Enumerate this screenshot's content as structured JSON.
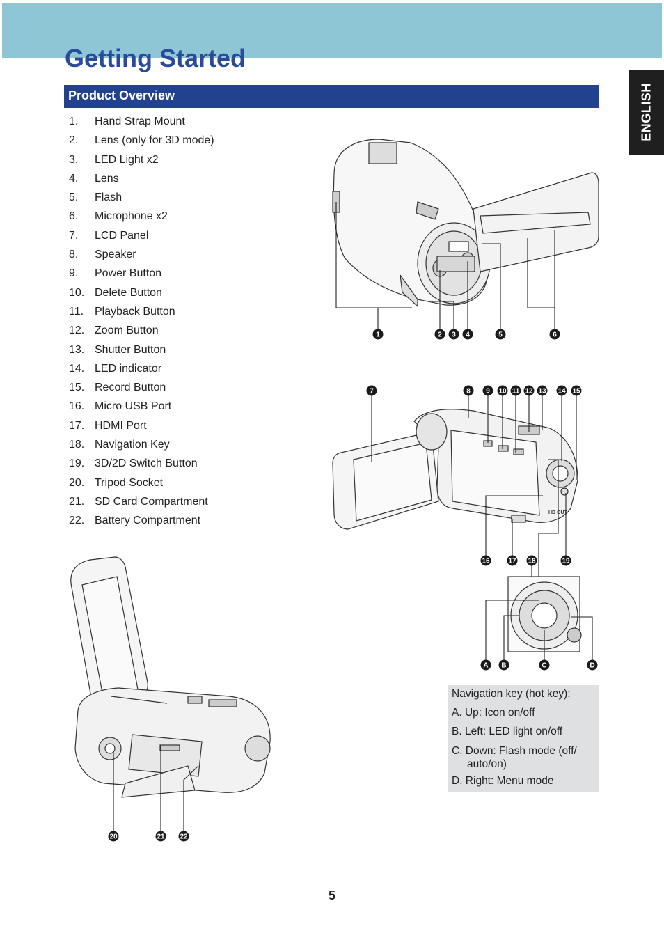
{
  "header": {
    "title": "Getting Started",
    "section_title": "Product Overview",
    "language_tab": "ENGLISH"
  },
  "parts": [
    {
      "num": "1.",
      "label": "Hand Strap Mount"
    },
    {
      "num": "2.",
      "label": "Lens (only for 3D mode)"
    },
    {
      "num": "3.",
      "label": "LED Light x2"
    },
    {
      "num": "4.",
      "label": "Lens"
    },
    {
      "num": "5.",
      "label": "Flash"
    },
    {
      "num": "6.",
      "label": "Microphone x2"
    },
    {
      "num": "7.",
      "label": "LCD Panel"
    },
    {
      "num": "8.",
      "label": "Speaker"
    },
    {
      "num": "9.",
      "label": "Power Button"
    },
    {
      "num": "10.",
      "label": "Delete Button"
    },
    {
      "num": "11.",
      "label": "Playback Button"
    },
    {
      "num": "12.",
      "label": "Zoom Button"
    },
    {
      "num": "13.",
      "label": "Shutter Button"
    },
    {
      "num": "14.",
      "label": "LED indicator"
    },
    {
      "num": "15.",
      "label": "Record Button"
    },
    {
      "num": "16.",
      "label": "Micro USB Port"
    },
    {
      "num": "17.",
      "label": "HDMI Port"
    },
    {
      "num": "18.",
      "label": "Navigation Key"
    },
    {
      "num": "19.",
      "label": "3D/2D Switch Button"
    },
    {
      "num": "20.",
      "label": "Tripod Socket"
    },
    {
      "num": "21.",
      "label": "SD Card Compartment"
    },
    {
      "num": "22.",
      "label": "Battery Compartment"
    }
  ],
  "callouts": {
    "front": [
      "1",
      "2",
      "3",
      "4",
      "5",
      "6"
    ],
    "rear_top": [
      "7",
      "8",
      "9",
      "10",
      "11",
      "12",
      "13",
      "14",
      "15"
    ],
    "rear_bottom": [
      "16",
      "17",
      "18",
      "19"
    ],
    "nav": [
      "A",
      "B",
      "C",
      "D"
    ],
    "bottom": [
      "20",
      "21",
      "22"
    ]
  },
  "diagram_text": {
    "hd_out": "HD OUT"
  },
  "nav_box": {
    "heading": "Navigation key (hot key):",
    "items": [
      "A. Up: Icon on/off",
      "B. Left: LED light on/off",
      "C. Down: Flash mode (off/",
      "auto/on)",
      "D. Right: Menu mode"
    ]
  },
  "page_number": "5"
}
